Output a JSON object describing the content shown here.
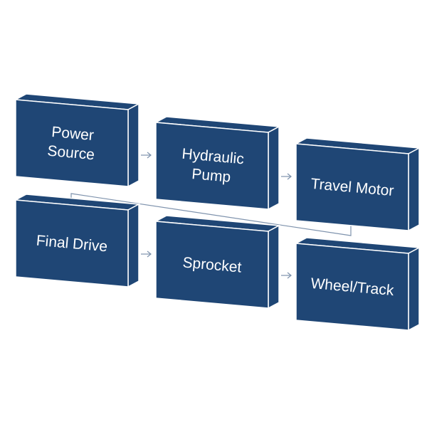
{
  "diagram": {
    "colors": {
      "box_front": "#1f4675",
      "box_side": "#1f4675",
      "box_top": "#1f4675",
      "box_border": "#ffffff",
      "arrow": "#7f93ad",
      "label": "#ffffff"
    },
    "boxes": [
      {
        "id": "power-source",
        "lines": [
          "Power",
          "Source"
        ]
      },
      {
        "id": "hydraulic-pump",
        "lines": [
          "Hydraulic",
          "Pump"
        ]
      },
      {
        "id": "travel-motor",
        "lines": [
          "Travel Motor"
        ]
      },
      {
        "id": "final-drive",
        "lines": [
          "Final Drive"
        ]
      },
      {
        "id": "sprocket",
        "lines": [
          "Sprocket"
        ]
      },
      {
        "id": "wheel-track",
        "lines": [
          "Wheel/Track"
        ]
      }
    ],
    "connections": [
      {
        "from": "power-source",
        "to": "hydraulic-pump"
      },
      {
        "from": "hydraulic-pump",
        "to": "travel-motor"
      },
      {
        "from": "travel-motor",
        "to": "final-drive"
      },
      {
        "from": "final-drive",
        "to": "sprocket"
      },
      {
        "from": "sprocket",
        "to": "wheel-track"
      }
    ]
  }
}
